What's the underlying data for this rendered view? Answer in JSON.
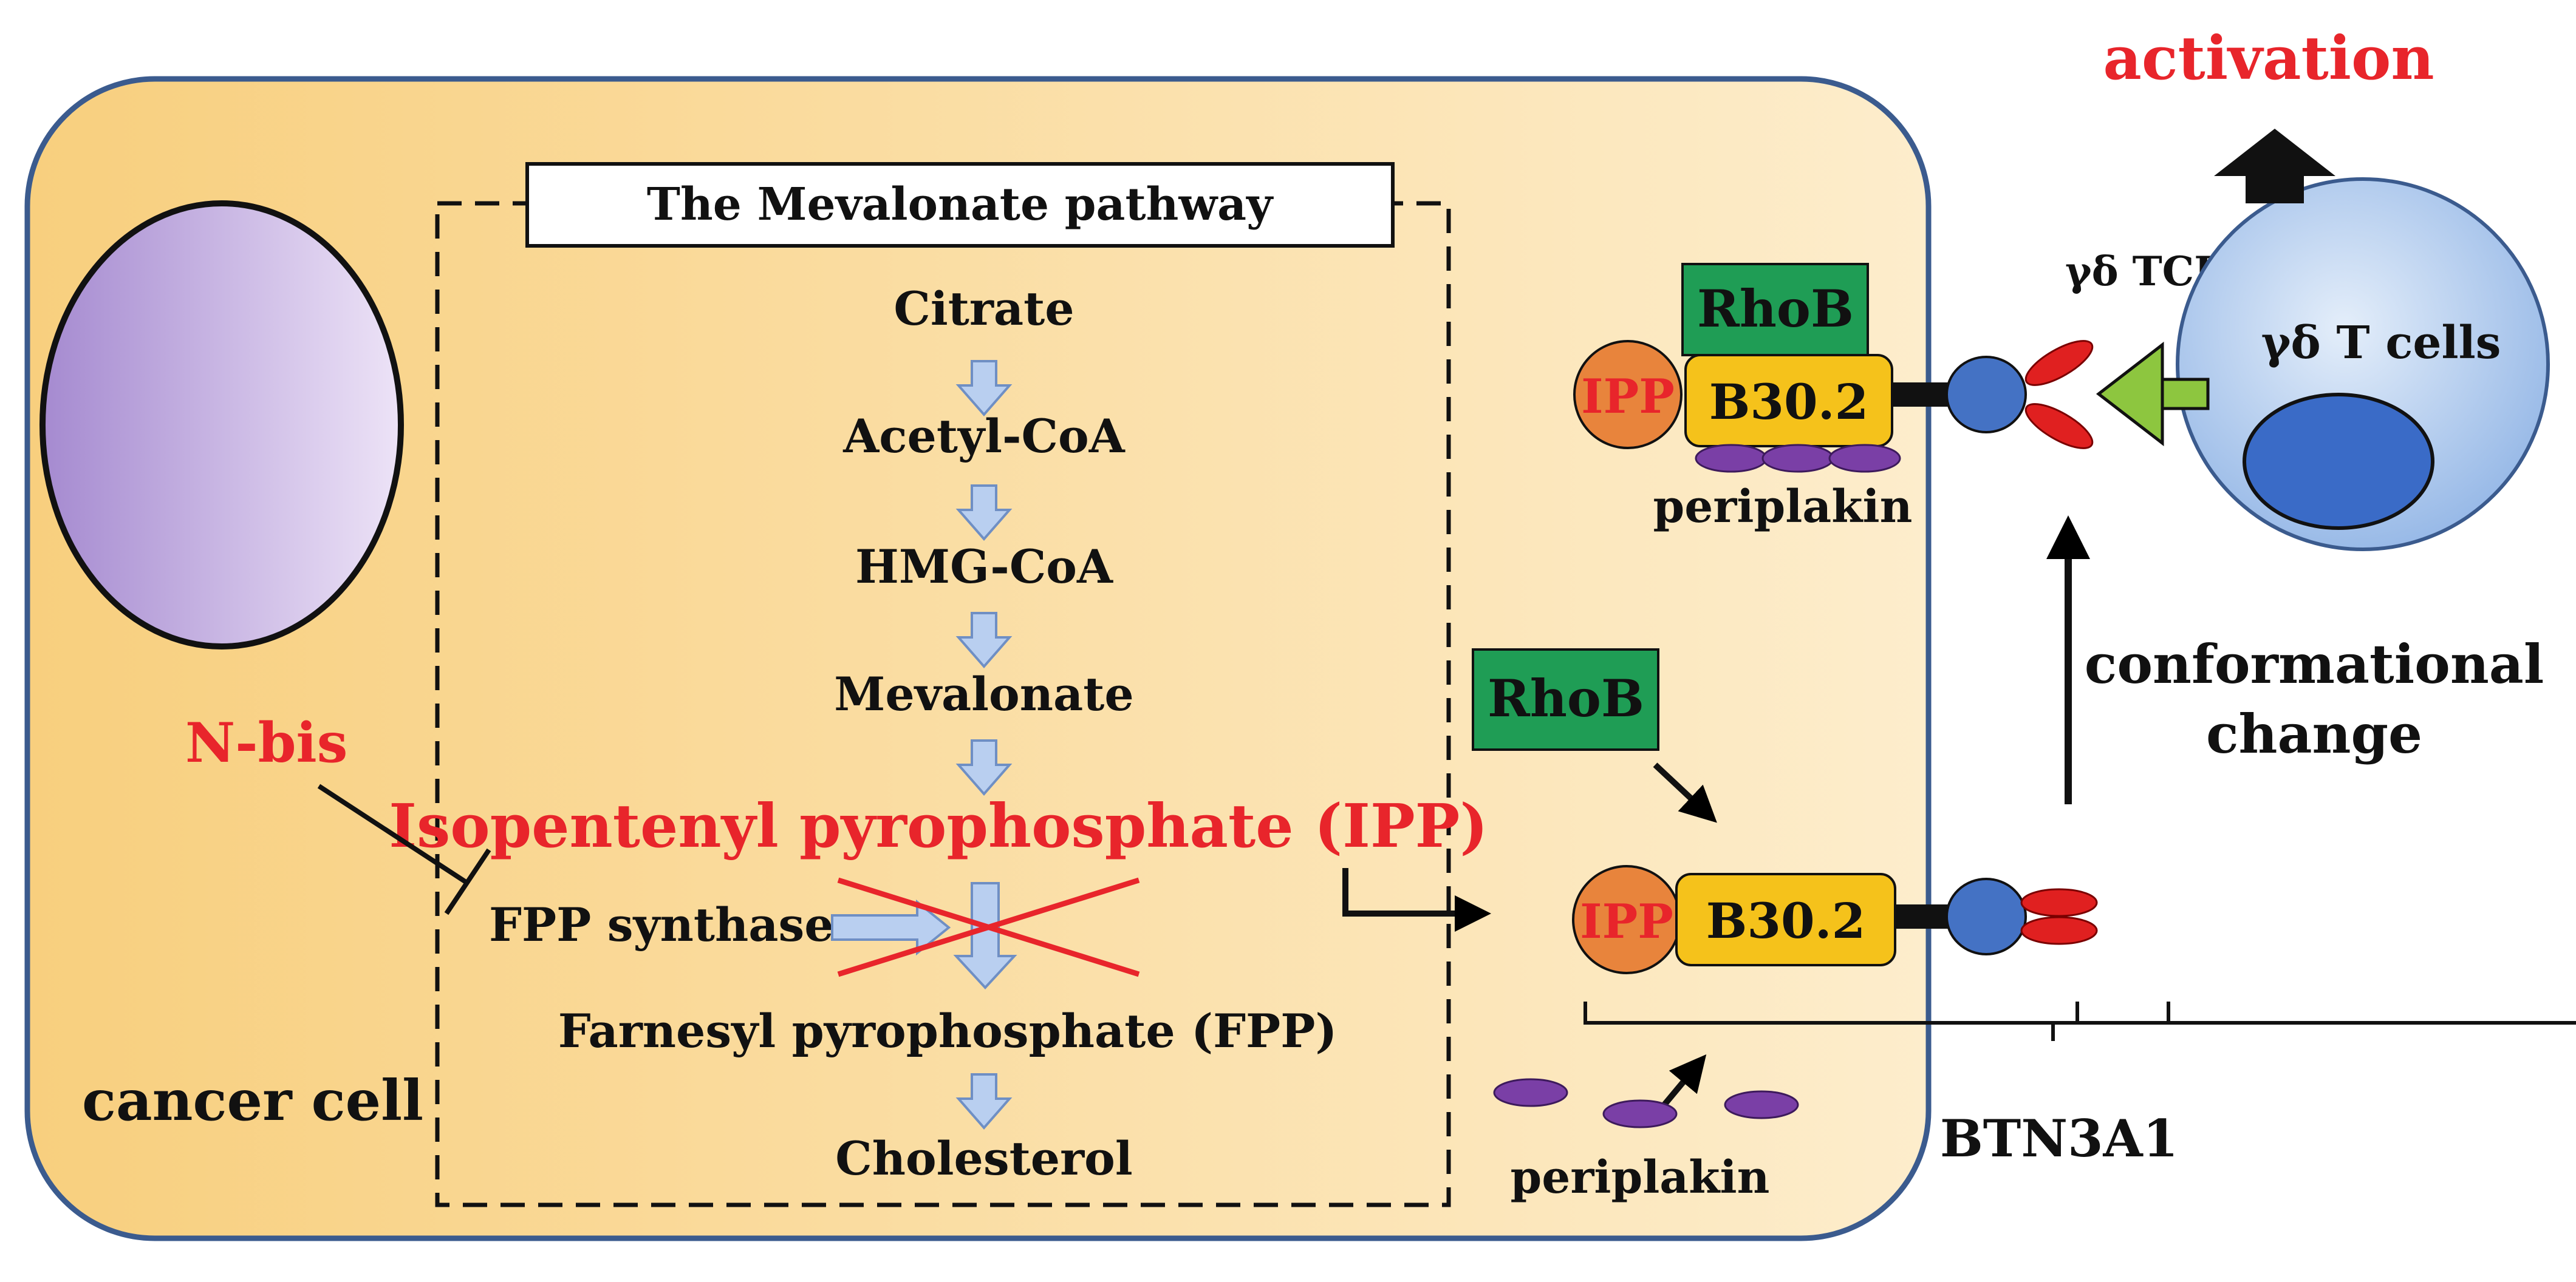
{
  "title": "activation",
  "cell_label": "cancer cell",
  "pathway": {
    "box_title": "The Mevalonate pathway",
    "steps": [
      "Citrate",
      "Acetyl-CoA",
      "HMG-CoA",
      "Mevalonate"
    ],
    "ipp": "Isopentenyl pyrophosphate (IPP)",
    "enzyme": "FPP synthase",
    "fpp": "Farnesyl pyrophosphate (FPP)",
    "end": "Cholesterol"
  },
  "inhibitor": "N-bis",
  "btn_active": {
    "ipp": "IPP",
    "b302": "B30.2",
    "rhob": "RhoB",
    "periplakin": "periplakin"
  },
  "btn_resting": {
    "ipp": "IPP",
    "b302": "B30.2",
    "rhob": "RhoB",
    "periplakin": "periplakin",
    "brace_label": "BTN3A1"
  },
  "tcell": {
    "receptor": "γδ TCR",
    "cell": "γδ T cells"
  },
  "conformational_change": [
    "conformational",
    "change"
  ],
  "colors": {
    "red": "#e8252b",
    "cell_fill": "#fbd898",
    "cell_border": "#3b5b8e",
    "rhob_green": "#1f9d55",
    "b302_yellow": "#f5c21b",
    "ipp_orange": "#e8843c",
    "domain_blue": "#4472c4",
    "tcr_red": "#e02020",
    "periplakin_purple": "#7a3fa6",
    "ligand_green": "#8dc63f",
    "tcell_blue": "#a9c6ea",
    "nucleus_purple": "#b7a1da",
    "step_arrow": "#b9cff0"
  }
}
